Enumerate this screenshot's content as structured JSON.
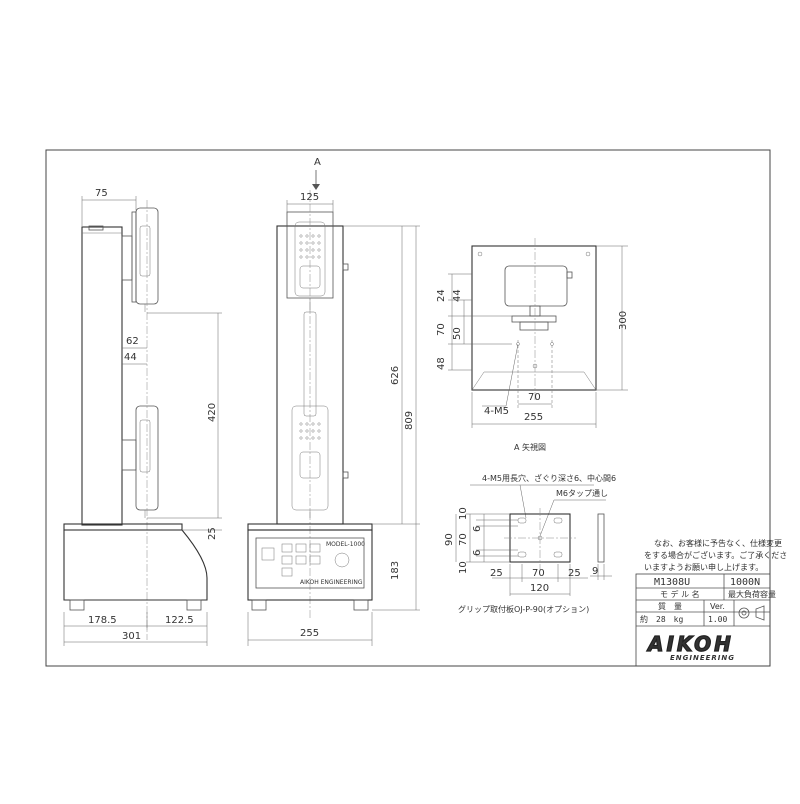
{
  "drawing": {
    "section_label": "A",
    "arrow_a_label": "A",
    "side_view": {
      "dim_75": "75",
      "dim_62": "62",
      "dim_44": "44",
      "dim_420": "420",
      "dim_25": "25",
      "dim_178_5": "178.5",
      "dim_122_5": "122.5",
      "dim_301": "301"
    },
    "front_view": {
      "dim_125": "125",
      "dim_626": "626",
      "dim_809": "809",
      "dim_183": "183",
      "dim_255": "255",
      "panel_model": "MODEL-1000",
      "panel_brand": "AIKOH ENGINEERING"
    },
    "view_a": {
      "dim_24": "24",
      "dim_44": "44",
      "dim_70": "70",
      "dim_50": "50",
      "dim_48": "48",
      "dim_300": "300",
      "dim_70b": "70",
      "dim_255": "255",
      "hole_label": "4-M5",
      "caption": "A  矢視図"
    },
    "grip_plate": {
      "note_holes": "4-M5用長穴、ざぐり深さ6、中心間6",
      "note_m6": "M6タップ通し",
      "dim_10a": "10",
      "dim_6a": "6",
      "dim_70": "70",
      "dim_6b": "6",
      "dim_10b": "10",
      "dim_90": "90",
      "dim_25a": "25",
      "dim_70h": "70",
      "dim_25b": "25",
      "dim_120": "120",
      "dim_9": "9",
      "caption": "グリップ取付板OJ-P-90(オプション)"
    },
    "note": {
      "line1": "なお、お客様に予告なく、仕様変更",
      "line2": "をする場合がございます。ご了承くださ",
      "line3": "いますようお願い申し上げます。"
    },
    "title_block": {
      "model": "M1308U",
      "capacity": "1000N",
      "model_label": "モ デ ル 名",
      "capacity_label": "最大負荷容量",
      "weight_label": "質　量",
      "ver_label": "Ver.",
      "weight_value": "約　28　kg",
      "ver_value": "1.00",
      "logo_text": "AIKOH",
      "logo_sub": "ENGINEERING"
    }
  }
}
